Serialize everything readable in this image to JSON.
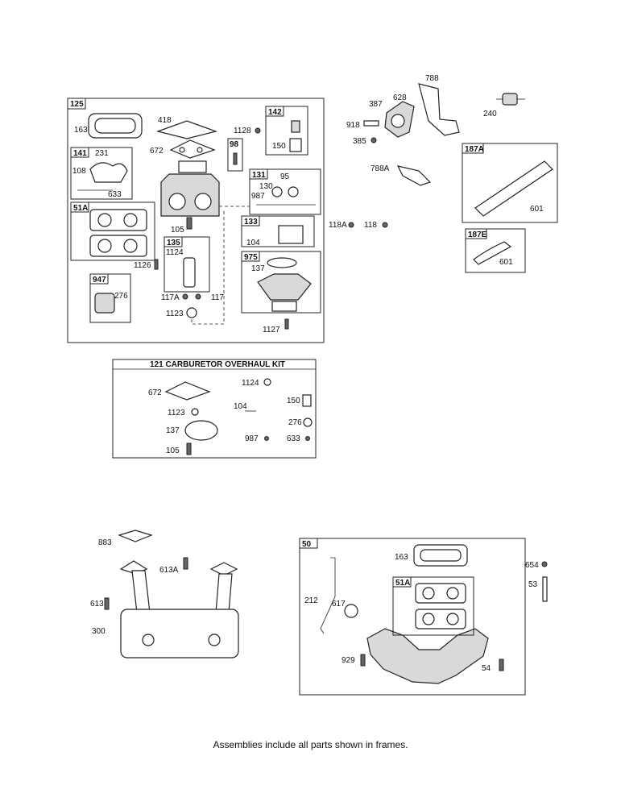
{
  "frames": {
    "f125": "125",
    "f142": "142",
    "f98": "98",
    "f141": "141",
    "f51A": "51A",
    "f131": "131",
    "f133": "133",
    "f135": "135",
    "f975": "975",
    "f947": "947",
    "f187A": "187A",
    "f187E": "187E",
    "f50": "50",
    "f51A_b": "51A"
  },
  "kit": {
    "title": "121 CARBURETOR OVERHAUL KIT",
    "parts": [
      "672",
      "1124",
      "104",
      "150",
      "1123",
      "276",
      "137",
      "987",
      "633",
      "105"
    ]
  },
  "labels": {
    "carb": [
      "163",
      "418",
      "672",
      "1128",
      "231",
      "108",
      "633",
      "150",
      "95",
      "130",
      "987",
      "105",
      "1124",
      "104",
      "137",
      "1126",
      "276",
      "117A",
      "117",
      "1123",
      "1127",
      "118A",
      "118"
    ],
    "governor": [
      "788",
      "628",
      "387",
      "918",
      "385",
      "788A",
      "240",
      "601",
      "601"
    ],
    "muffler": [
      "883",
      "613A",
      "613",
      "300"
    ],
    "manifold": [
      "163",
      "654",
      "53",
      "212",
      "617",
      "929",
      "54"
    ]
  },
  "footer": "Assemblies include all parts shown in frames.",
  "colors": {
    "line": "#222222",
    "paper": "#ffffff",
    "shade": "#d9d9d9"
  }
}
